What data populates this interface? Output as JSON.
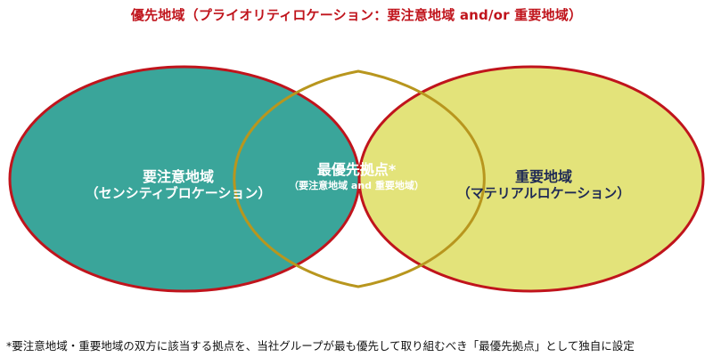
{
  "title": "優先地域（プライオリティロケーション：要注意地域 and/or 重要地域）",
  "circles": {
    "left": {
      "label": "要注意地域",
      "sublabel": "（センシティブロケーション）",
      "fill": "#3aa59a"
    },
    "right": {
      "label": "重要地域",
      "sublabel": "（マテリアルロケーション）",
      "fill": "#e3e37a"
    },
    "overlap": {
      "label": "最優先拠点*",
      "sublabel": "（要注意地域 and 重要地域）",
      "fill": "#218a3c",
      "border": "#b8961e"
    }
  },
  "colors": {
    "title": "#c0141c",
    "outline": "#c0141c"
  },
  "footnote": "*要注意地域・重要地域の双方に該当する拠点を、当社グループが最も優先して取り組むべき「最優先拠点」として独自に設定"
}
